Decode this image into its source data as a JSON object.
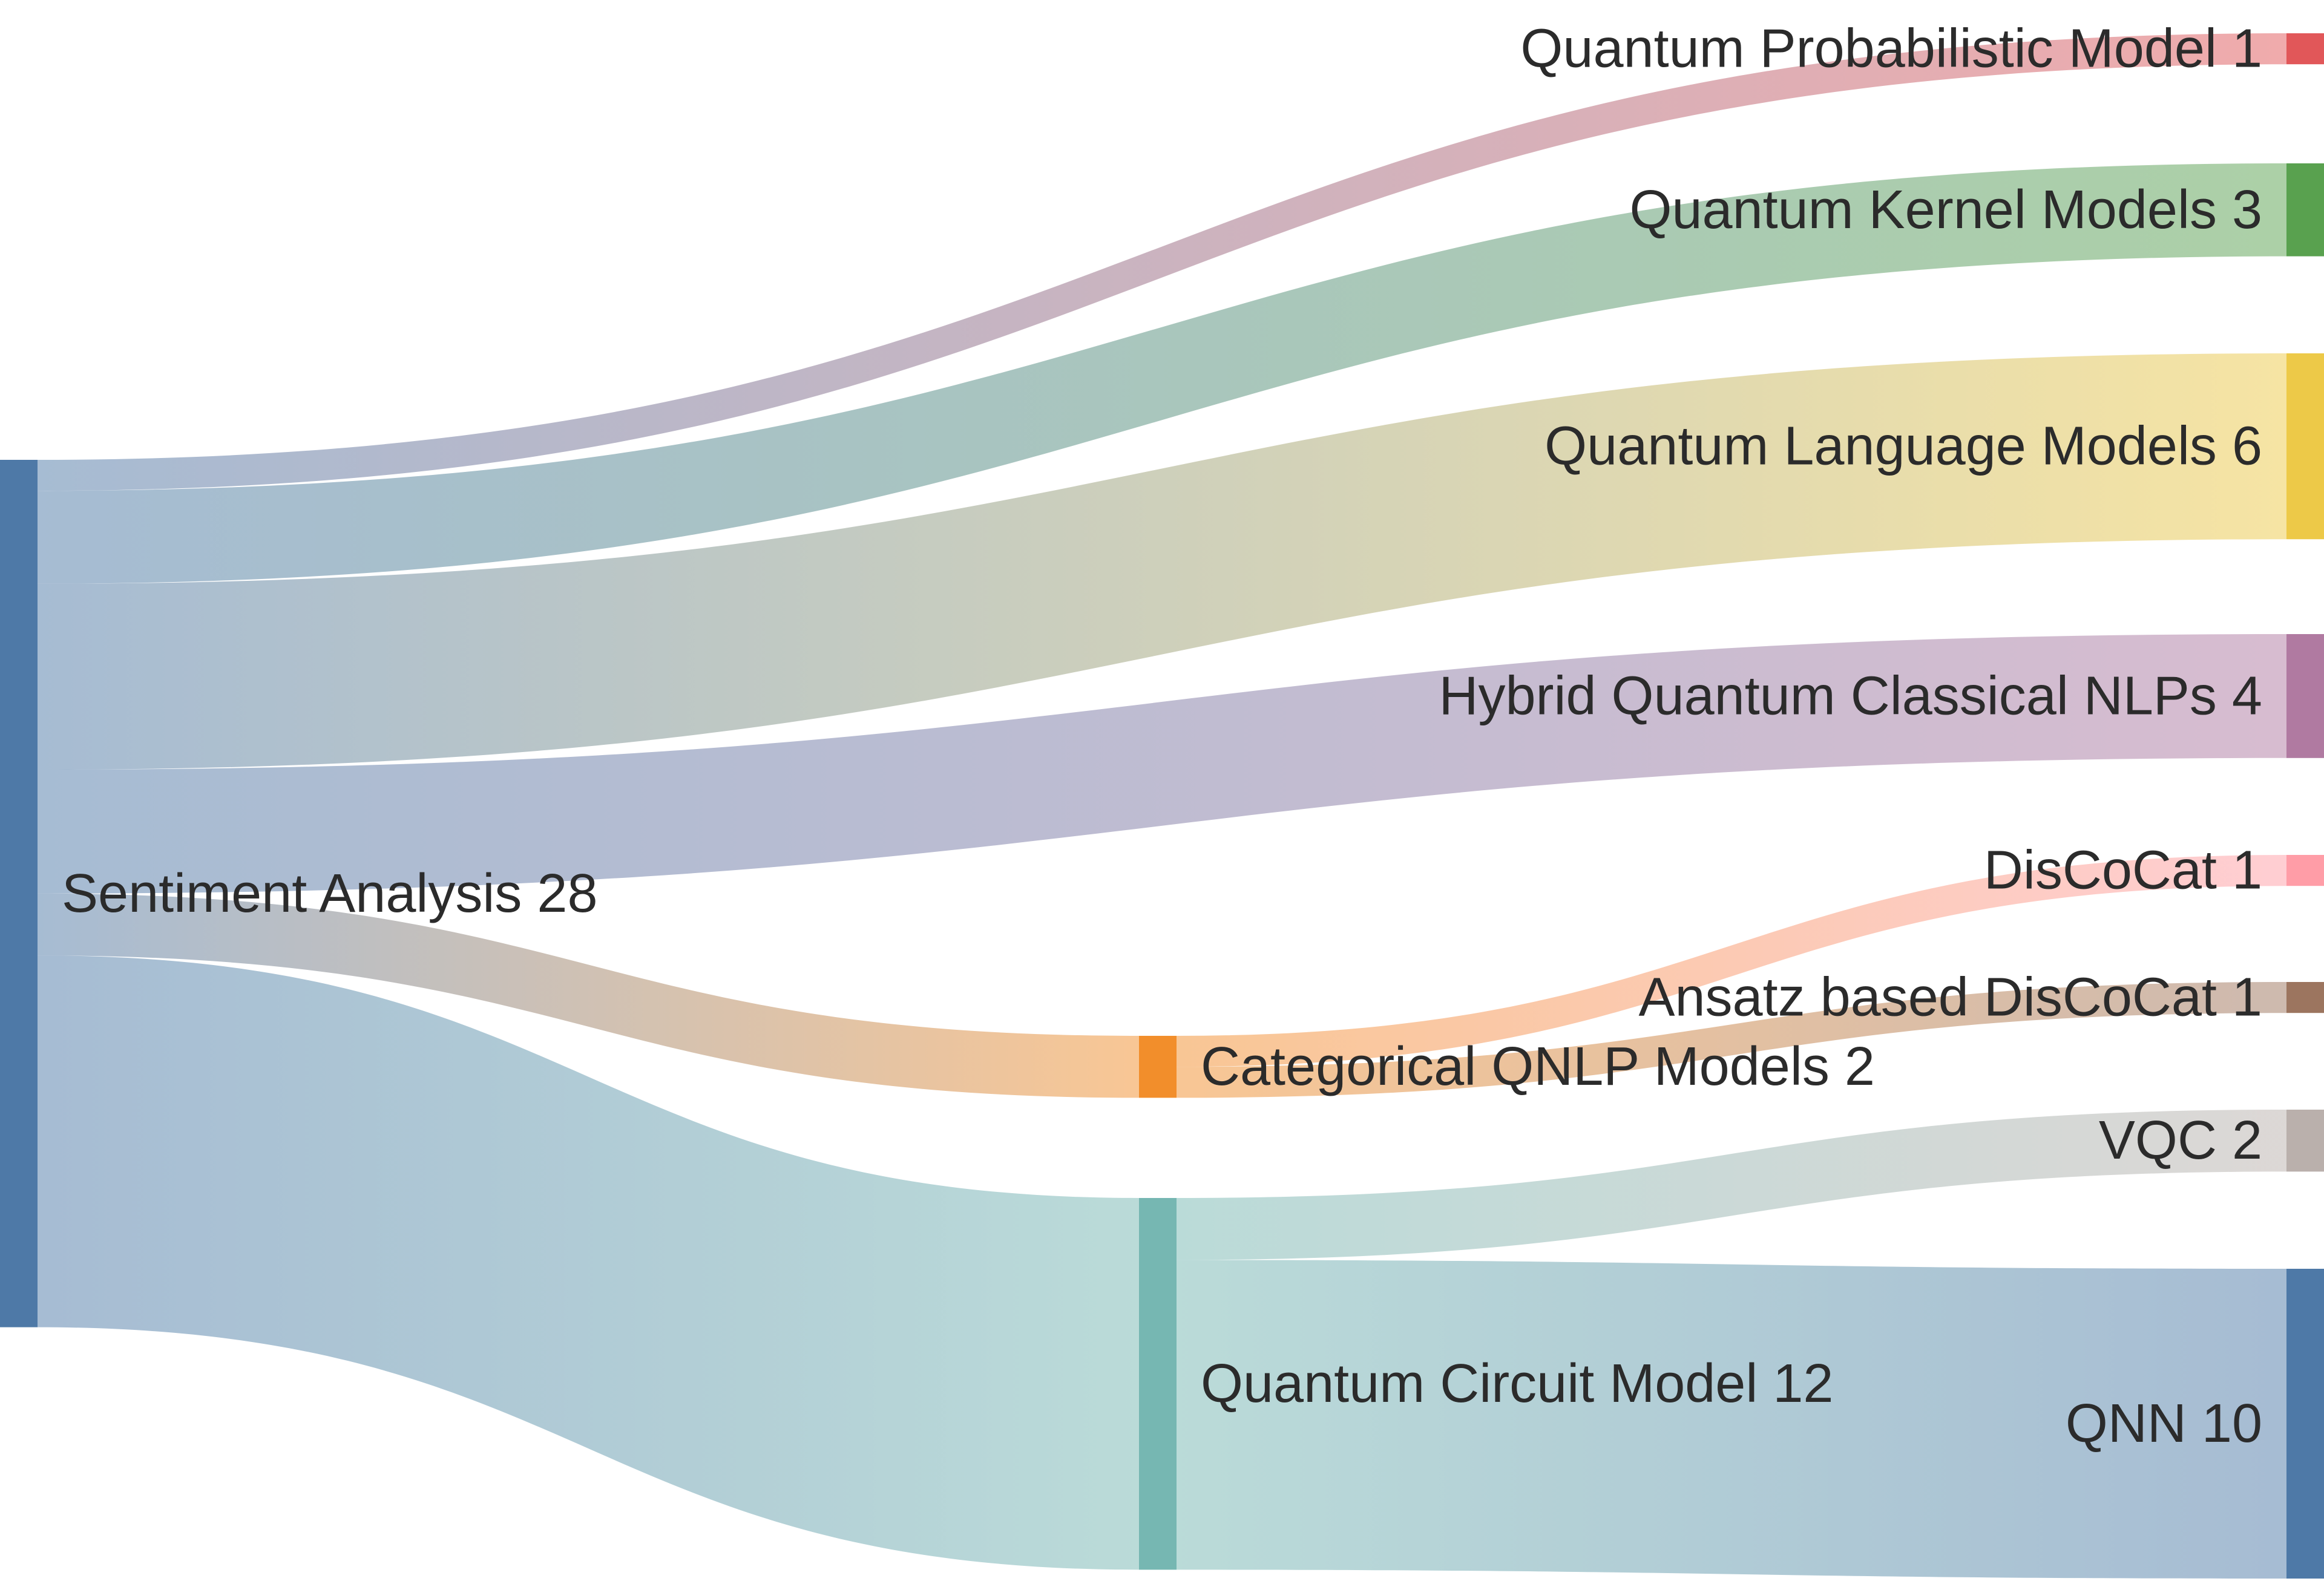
{
  "chart_data": {
    "type": "sankey",
    "title": "",
    "nodes": [
      {
        "id": "sa",
        "name": "Sentiment Analysis",
        "value": 28,
        "label": "Sentiment Analysis 28",
        "color": "#4e79a7"
      },
      {
        "id": "qpm",
        "name": "Quantum Probabilistic Model",
        "value": 1,
        "label": "Quantum Probabilistic Model 1",
        "color": "#e15759"
      },
      {
        "id": "qkm",
        "name": "Quantum Kernel Models",
        "value": 3,
        "label": "Quantum Kernel Models 3",
        "color": "#59a14f"
      },
      {
        "id": "qlm",
        "name": "Quantum Language Models",
        "value": 6,
        "label": "Quantum Language Models 6",
        "color": "#edc948"
      },
      {
        "id": "hqc",
        "name": "Hybrid Quantum Classical NLPs",
        "value": 4,
        "label": "Hybrid Quantum Classical NLPs 4",
        "color": "#b07aa1"
      },
      {
        "id": "cqnlp",
        "name": "Categorical QNLP Models",
        "value": 2,
        "label": "Categorical QNLP Models 2",
        "color": "#f28e2b"
      },
      {
        "id": "qcm",
        "name": "Quantum Circuit Model",
        "value": 12,
        "label": "Quantum Circuit Model 12",
        "color": "#76b7b2"
      },
      {
        "id": "dcc",
        "name": "DisCoCat",
        "value": 1,
        "label": "DisCoCat 1",
        "color": "#ff9da7"
      },
      {
        "id": "adcc",
        "name": "Ansatz based DisCoCat",
        "value": 1,
        "label": "Ansatz based DisCoCat 1",
        "color": "#9c755f"
      },
      {
        "id": "vqc",
        "name": "VQC",
        "value": 2,
        "label": "VQC 2",
        "color": "#bab0ac"
      },
      {
        "id": "qnn",
        "name": "QNN",
        "value": 10,
        "label": "QNN 10",
        "color": "#4e79a7"
      }
    ],
    "links": [
      {
        "source": "sa",
        "target": "qpm",
        "value": 1
      },
      {
        "source": "sa",
        "target": "qkm",
        "value": 3
      },
      {
        "source": "sa",
        "target": "qlm",
        "value": 6
      },
      {
        "source": "sa",
        "target": "hqc",
        "value": 4
      },
      {
        "source": "sa",
        "target": "cqnlp",
        "value": 2
      },
      {
        "source": "sa",
        "target": "qcm",
        "value": 12
      },
      {
        "source": "cqnlp",
        "target": "dcc",
        "value": 1
      },
      {
        "source": "cqnlp",
        "target": "adcc",
        "value": 1
      },
      {
        "source": "qcm",
        "target": "vqc",
        "value": 2
      },
      {
        "source": "qcm",
        "target": "qnn",
        "value": 10
      }
    ]
  }
}
